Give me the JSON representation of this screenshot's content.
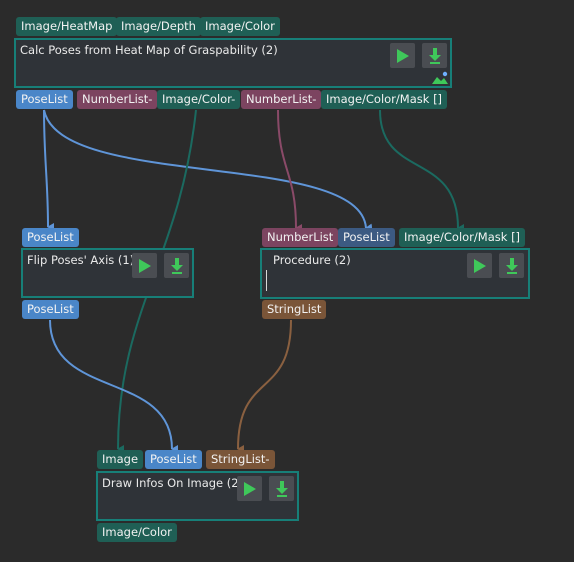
{
  "nodes": {
    "calc": {
      "title": "Calc Poses from Heat Map of Graspability (2)",
      "inputs": [
        "Image/HeatMap",
        "Image/Depth",
        "Image/Color"
      ],
      "outputs": [
        "PoseList",
        "NumberList-",
        "Image/Color-",
        "NumberList-",
        "Image/Color/Mask []"
      ]
    },
    "flip": {
      "title": "Flip Poses' Axis (1)",
      "inputs": [
        "PoseList"
      ],
      "outputs": [
        "PoseList"
      ]
    },
    "procedure": {
      "title": "Procedure (2)",
      "inputs": [
        "NumberList",
        "PoseList",
        "Image/Color/Mask []"
      ],
      "outputs": [
        "StringList"
      ]
    },
    "draw": {
      "title": "Draw Infos On Image (2)",
      "inputs": [
        "Image",
        "PoseList",
        "StringList-"
      ],
      "outputs": [
        "Image/Color"
      ]
    }
  },
  "colors": {
    "background": "#2b2b2b",
    "node_border": "#177f78",
    "run_icon": "#3fc85a",
    "wire_pose": "#5f95d8",
    "wire_number": "#8a4a68",
    "wire_image": "#1b5e55",
    "wire_string": "#8a6040"
  },
  "icons": [
    "play-icon",
    "download-icon",
    "chart-status-icon"
  ]
}
